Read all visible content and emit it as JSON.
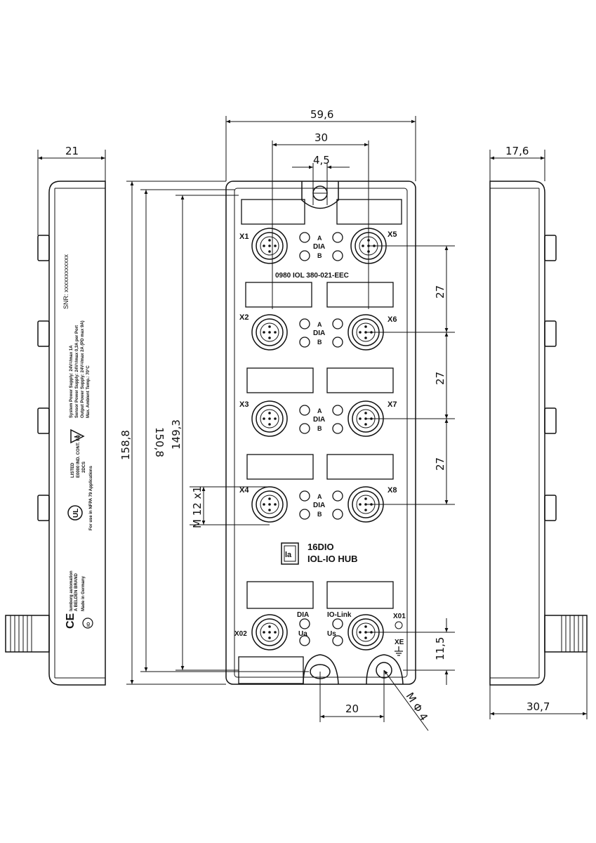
{
  "dimensions": {
    "top_width": "59,6",
    "connector_pitch_x": "30",
    "mount_hole_top": "4,5",
    "left_depth": "21",
    "right_depth": "17,6",
    "overall_length": "158,8",
    "length_2": "150,8",
    "length_3": "149,3",
    "pitch_1": "27",
    "pitch_2": "27",
    "pitch_3": "27",
    "thread": "M 12 x1",
    "bottom_offset": "11,5",
    "bottom_hole_pitch": "20",
    "hole_diameter": "M Φ 4",
    "right_bottom_depth": "30,7"
  },
  "front": {
    "ports_left": [
      "X1",
      "X2",
      "X3",
      "X4"
    ],
    "ports_right": [
      "X5",
      "X6",
      "X7",
      "X8"
    ],
    "led_a": "A",
    "led_dia": "DIA",
    "led_b": "B",
    "part_number": "0980 IOL 380-021-EEC",
    "logo_glyph": "la",
    "product_line1": "16DIO",
    "product_line2": "IOL-IO HUB",
    "port_x02": "X02",
    "port_x01": "X01",
    "led_dia_bottom": "DIA",
    "led_iolink": "IO-Link",
    "led_ua": "Ua",
    "led_us": "Us",
    "port_xe": "XE"
  },
  "side": {
    "serial": "SNR: xxxxxxxxxxxx",
    "spec_1": "System Power Supply: 24V=/max 1A",
    "spec_2": "Sensor Power Supply: 24V=/max 0,3A per Port",
    "spec_3": "Output Power Supply: 24V=/max 2A (PD max 9A)",
    "spec_4": "Max. Ambient Temp.: 70°C",
    "listed": "LISTED",
    "listed_code": "E0000 IND. CONT. EQ.",
    "listed_code2": "2DCS",
    "ul_mark": "UL",
    "nfpa": "For use in NFPA 79 Applications",
    "ce_mark": "CE",
    "manufacturer": "lumberg automation",
    "manufacturer_sub": "A BELDEN BRAND",
    "made_in": "Made in Germany",
    "badge": "IO"
  }
}
